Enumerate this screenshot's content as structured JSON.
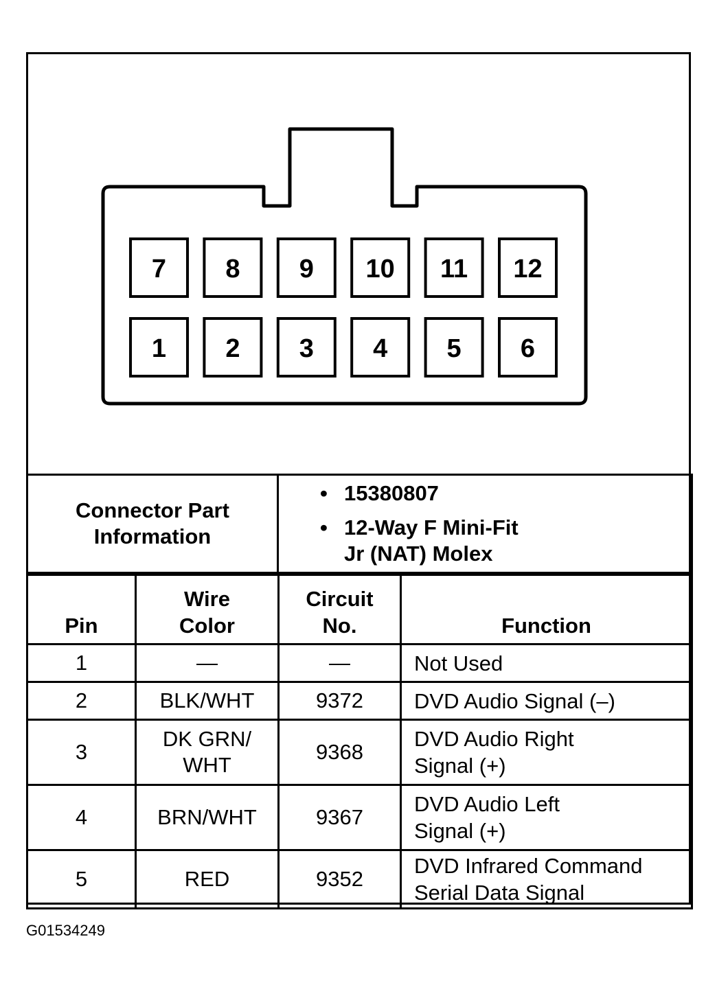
{
  "connector": {
    "top_row_pins": [
      "7",
      "8",
      "9",
      "10",
      "11",
      "12"
    ],
    "bottom_row_pins": [
      "1",
      "2",
      "3",
      "4",
      "5",
      "6"
    ]
  },
  "part_info": {
    "label_line1": "Connector Part",
    "label_line2": "Information",
    "bullet": "•",
    "part_number": "15380807",
    "description_line1": "12-Way F Mini-Fit",
    "description_line2": "Jr (NAT) Molex"
  },
  "pin_table": {
    "headers": {
      "pin": "Pin",
      "wire_color_line1": "Wire",
      "wire_color_line2": "Color",
      "circuit_line1": "Circuit",
      "circuit_line2": "No.",
      "function": "Function"
    },
    "rows": [
      {
        "pin": "1",
        "wire": [
          "—"
        ],
        "circuit": "—",
        "function": [
          "Not Used"
        ]
      },
      {
        "pin": "2",
        "wire": [
          "BLK/WHT"
        ],
        "circuit": "9372",
        "function": [
          "DVD Audio Signal (–)"
        ]
      },
      {
        "pin": "3",
        "wire": [
          "DK GRN/",
          "WHT"
        ],
        "circuit": "9368",
        "function": [
          "DVD Audio Right",
          "Signal (+)"
        ]
      },
      {
        "pin": "4",
        "wire": [
          "BRN/WHT"
        ],
        "circuit": "9367",
        "function": [
          "DVD Audio Left",
          "Signal (+)"
        ]
      },
      {
        "pin": "5",
        "wire": [
          "RED"
        ],
        "circuit": "9352",
        "function": [
          "DVD Infrared Command",
          "Serial Data Signal"
        ]
      }
    ]
  },
  "doc_code": "G01534249"
}
